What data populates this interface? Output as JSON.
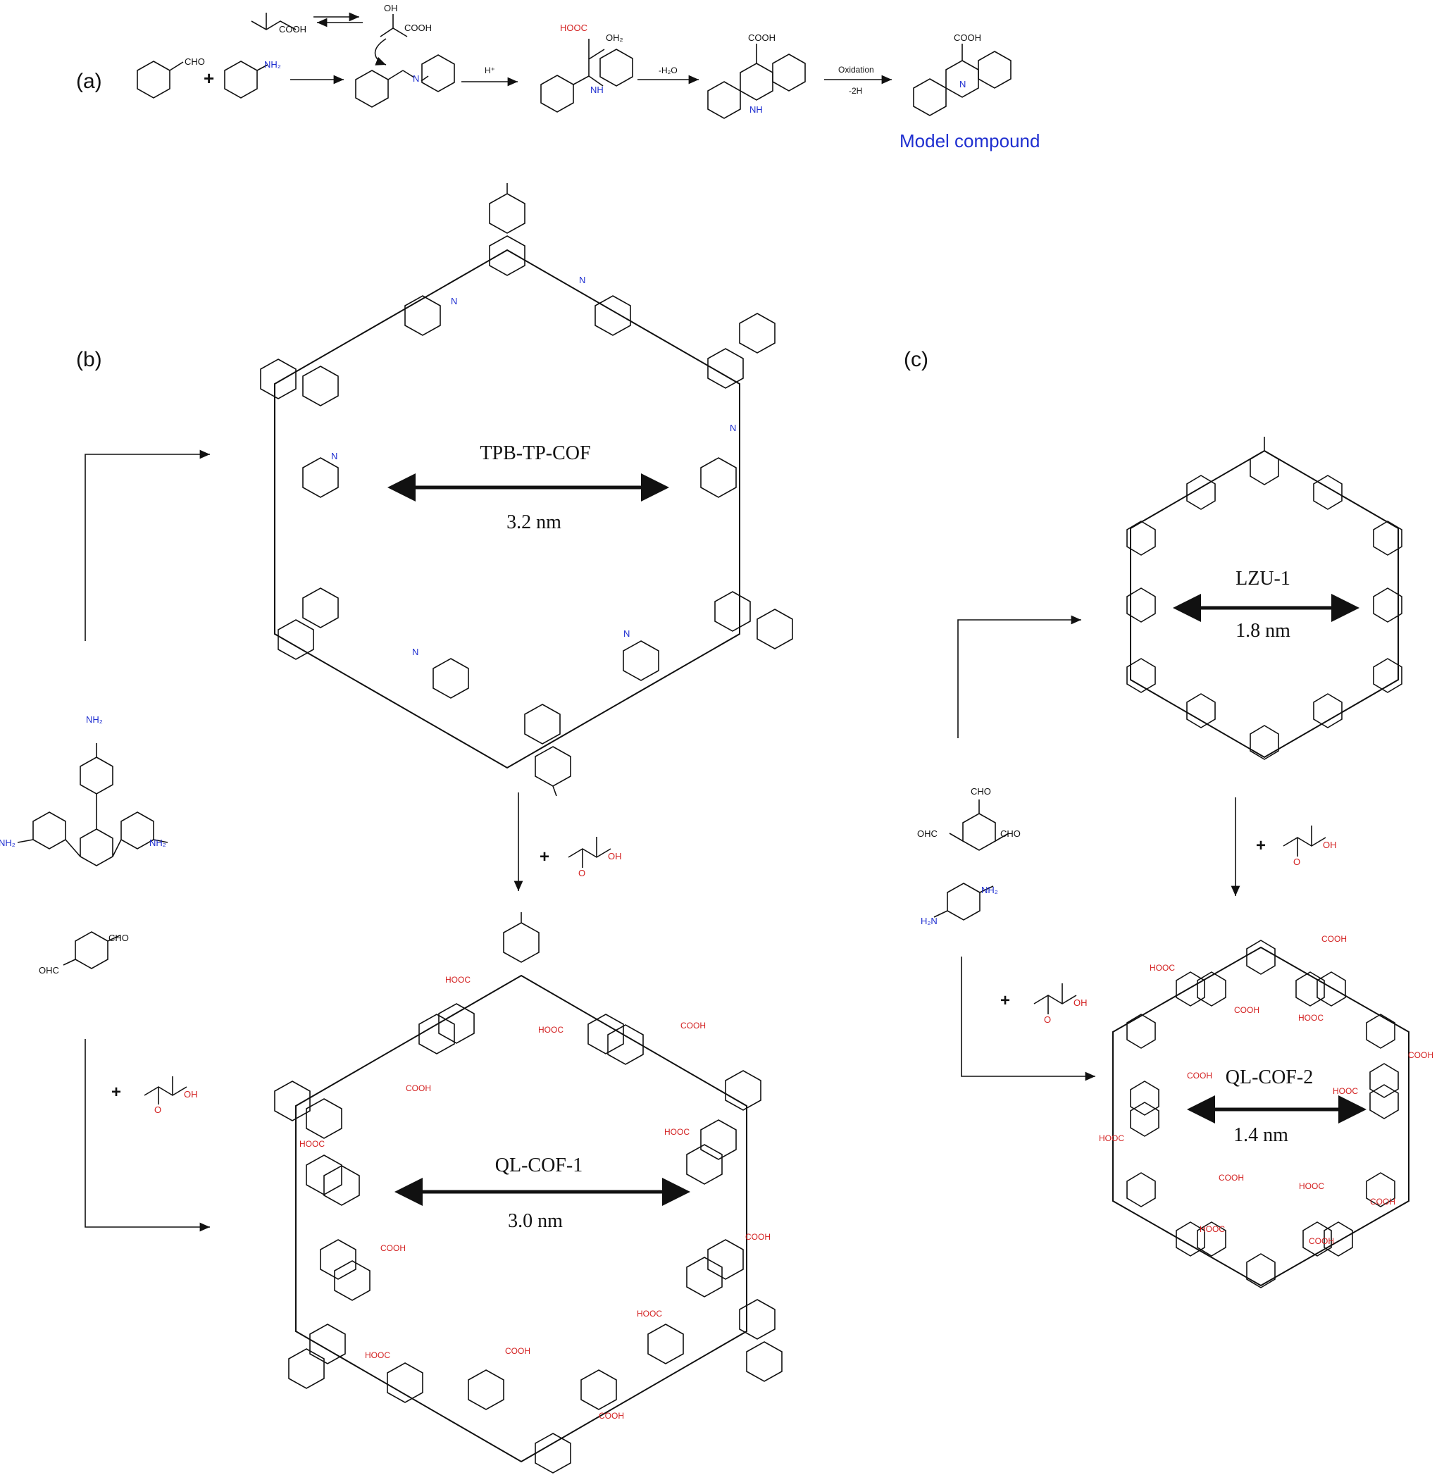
{
  "panels": {
    "a": {
      "label": "(a)"
    },
    "b": {
      "label": "(b)"
    },
    "c": {
      "label": "(c)"
    }
  },
  "scheme_a": {
    "reagent_cho": "CHO",
    "reagent_nh2": "NH₂",
    "plus": "+",
    "acid_top": "COOH",
    "oh": "OH",
    "acid_enol": "COOH",
    "h_plus": "H⁺",
    "int2_hooc": "HOOC",
    "int2_oh2": "OH₂",
    "nh": "NH",
    "minus_h2o": "-H₂O",
    "int3_cooh": "COOH",
    "int3_nh": "NH",
    "oxidation": "Oxidation",
    "minus_2h": "-2H",
    "prod_cooh": "COOH",
    "prod_n": "N",
    "model_compound": "Model compound"
  },
  "panel_b": {
    "cof_top_name": "TPB-TP-COF",
    "cof_top_size": "3.2 nm",
    "cof_bottom_name": "QL-COF-1",
    "cof_bottom_size": "3.0 nm",
    "amine_nh2": "NH₂",
    "ald_cho": "CHO",
    "ald_ohc": "OHC",
    "plus": "+",
    "pyruvic_o": "O",
    "pyruvic_oh": "OH",
    "cooh": "COOH",
    "hooc": "HOOC",
    "imine_n": "N"
  },
  "panel_c": {
    "cof_top_name": "LZU-1",
    "cof_top_size": "1.8 nm",
    "cof_bottom_name": "QL-COF-2",
    "cof_bottom_size": "1.4 nm",
    "ald_cho": "CHO",
    "ald_ohc": "OHC",
    "amine_nh2": "NH₂",
    "amine_h2n": "H₂N",
    "plus": "+",
    "pyruvic_o": "O",
    "pyruvic_oh": "OH",
    "cooh": "COOH",
    "hooc": "HOOC"
  },
  "colors": {
    "acid": "#d32020",
    "nitrogen": "#1f2fd0",
    "text": "#111111"
  }
}
